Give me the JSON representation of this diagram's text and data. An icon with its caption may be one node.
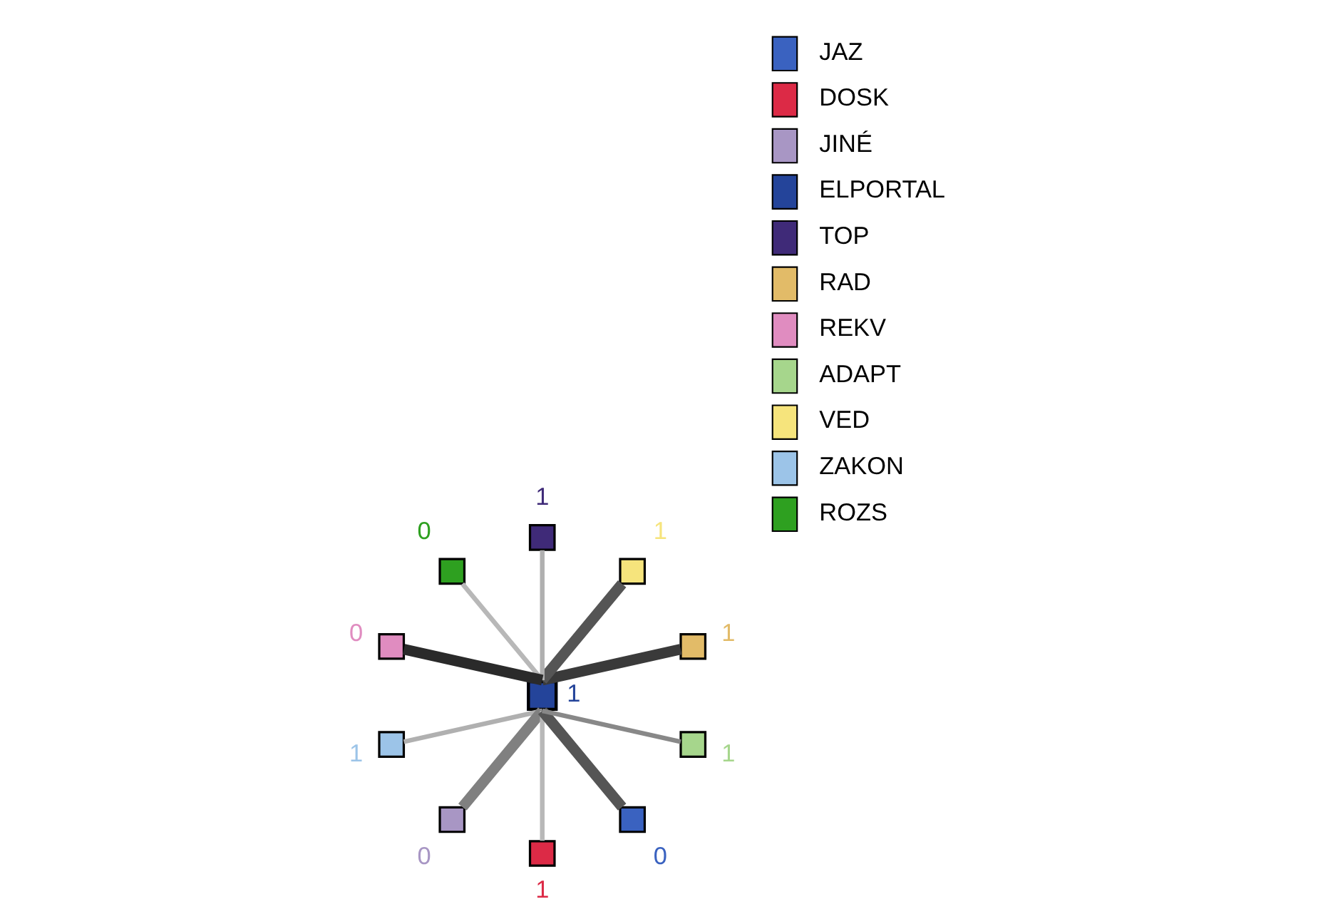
{
  "diagram": {
    "nodes": [
      {
        "text": [],
        "shape": "box",
        "beside": [
          "1"
        ]
      },
      {
        "text": [],
        "shape": "box",
        "beside": [
          "1"
        ]
      },
      {
        "text": [],
        "shape": "box",
        "beside": [
          "1"
        ]
      },
      {
        "text": [],
        "shape": "box",
        "beside": [
          "1"
        ]
      },
      {
        "text": [],
        "shape": "box",
        "beside": [
          "0"
        ]
      },
      {
        "text": [],
        "shape": "box",
        "beside": [
          "0"
        ]
      },
      {
        "text": [],
        "shape": "box",
        "beside": [
          "1"
        ]
      },
      {
        "text": [],
        "shape": "box",
        "beside": [
          "0"
        ]
      },
      {
        "text": [],
        "shape": "box",
        "beside": [
          "1"
        ]
      },
      {
        "text": [],
        "shape": "box",
        "beside": [
          "0"
        ]
      },
      {
        "text": [],
        "shape": "box",
        "beside": [
          "1"
        ]
      }
    ],
    "edges": [
      {
        "from": 3,
        "to": 0,
        "arrow": "none",
        "style": "thick",
        "color": "#3a3a3a"
      },
      {
        "from": 3,
        "to": 1,
        "arrow": "none",
        "style": "thick",
        "color": "#555555"
      },
      {
        "from": 3,
        "to": 2,
        "arrow": "none",
        "color": "#b0b0b0"
      },
      {
        "from": 3,
        "to": 4,
        "arrow": "none",
        "color": "#b8b8b8"
      },
      {
        "from": 3,
        "to": 5,
        "arrow": "none",
        "style": "thick",
        "color": "#2a2a2a"
      },
      {
        "from": 3,
        "to": 6,
        "arrow": "none",
        "color": "#b0b0b0"
      },
      {
        "from": 3,
        "to": 7,
        "arrow": "none",
        "style": "thick",
        "color": "#808080"
      },
      {
        "from": 3,
        "to": 8,
        "arrow": "none",
        "color": "#b8b8b8"
      },
      {
        "from": 3,
        "to": 9,
        "arrow": "none",
        "style": "thick",
        "color": "#555555"
      },
      {
        "from": 3,
        "to": 10,
        "arrow": "none",
        "color": "#888888"
      }
    ],
    "legend": [
      {
        "text": "JAZ",
        "color": "#3a62c0"
      },
      {
        "text": "DOSK",
        "color": "#dc2a46"
      },
      {
        "text": "JINÉ",
        "color": "#a896c4"
      },
      {
        "text": "ELPORTAL",
        "color": "#24449a"
      },
      {
        "text": "TOP",
        "color": "#3f2a78"
      },
      {
        "text": "RAD",
        "color": "#e2bb68"
      },
      {
        "text": "REKV",
        "color": "#e08cc0"
      },
      {
        "text": "ADAPT",
        "color": "#a6d68c"
      },
      {
        "text": "VED",
        "color": "#f6e47c"
      },
      {
        "text": "ZAKON",
        "color": "#9cc4e8"
      },
      {
        "text": "ROZS",
        "color": "#2ea020"
      }
    ]
  }
}
